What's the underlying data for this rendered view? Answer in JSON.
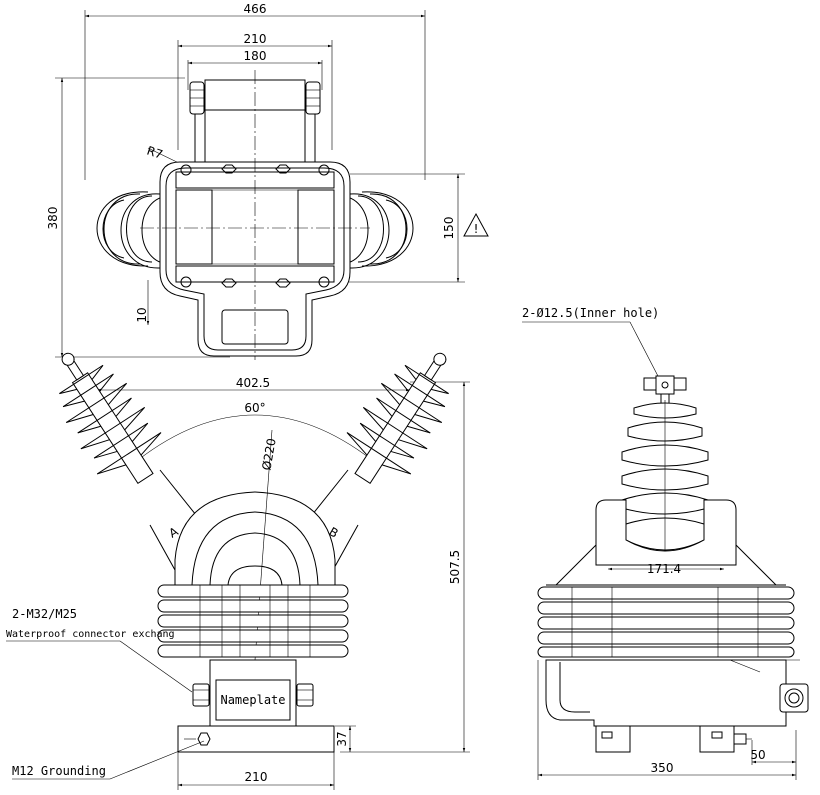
{
  "dimensions": {
    "top_width": "466",
    "top_inner_width": "210",
    "top_head_width": "180",
    "top_height": "380",
    "top_radius": "R7",
    "top_right_height": "150",
    "top_small_offset": "10",
    "front_span": "402.5",
    "front_angle": "60°",
    "front_diameter": "Ø220",
    "front_height": "507.5",
    "base_height": "37",
    "base_width": "210",
    "side_width": "350",
    "side_offset": "50",
    "side_inner": "171.4"
  },
  "labels": {
    "inner_hole": "2-Ø12.5(Inner hole)",
    "connector": "2-M32/M25",
    "connector_note": "Waterproof connector exchang",
    "nameplate": "Nameplate",
    "grounding": "M12 Grounding",
    "phase_a": "A",
    "phase_b": "B",
    "warning_symbol": "!"
  }
}
